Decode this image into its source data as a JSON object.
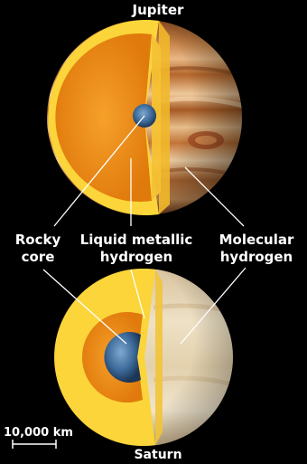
{
  "planets": {
    "top": "Jupiter",
    "bottom": "Saturn"
  },
  "layers": {
    "core_line1": "Rocky",
    "core_line2": "core",
    "metallic_line1": "Liquid metallic",
    "metallic_line2": "hydrogen",
    "molecular_line1": "Molecular",
    "molecular_line2": "hydrogen"
  },
  "scale": {
    "label": "10,000 km"
  },
  "colors": {
    "background": "#000000",
    "molecular_layer": "#fbd53a",
    "metallic_layer": "#e9840f",
    "core": "#3c6a9a",
    "jupiter_bands": "#b86a2c",
    "saturn_surface": "#e6d6b6"
  }
}
